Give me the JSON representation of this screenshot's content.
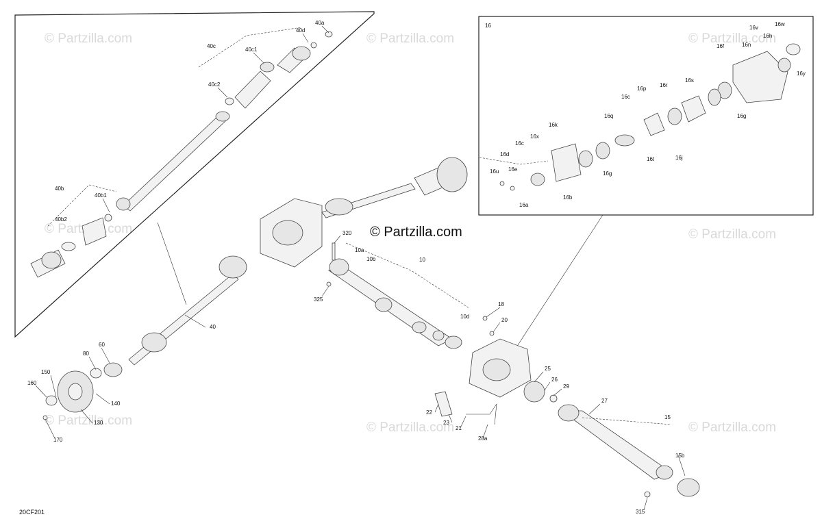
{
  "diagram": {
    "code": "20CF201",
    "brand_watermark": "© Partzilla.com",
    "brand_center": "© Partzilla.com",
    "detail_label": "16",
    "callouts": [
      "40a",
      "40d",
      "40c",
      "40c1",
      "40c2",
      "40b",
      "40b1",
      "40b2",
      "40",
      "60",
      "80",
      "150",
      "160",
      "140",
      "130",
      "170",
      "320",
      "10a",
      "10b",
      "10",
      "325",
      "10d",
      "18",
      "20",
      "25",
      "26",
      "29",
      "27",
      "22",
      "23",
      "21",
      "28a",
      "15",
      "15b",
      "315",
      "16w",
      "16v",
      "16h",
      "16f",
      "16n",
      "16y",
      "16s",
      "16r",
      "16p",
      "16c",
      "16g",
      "16q",
      "16k",
      "16x",
      "16c",
      "16d",
      "16u",
      "16e",
      "16a",
      "16b",
      "16t",
      "16j"
    ]
  }
}
